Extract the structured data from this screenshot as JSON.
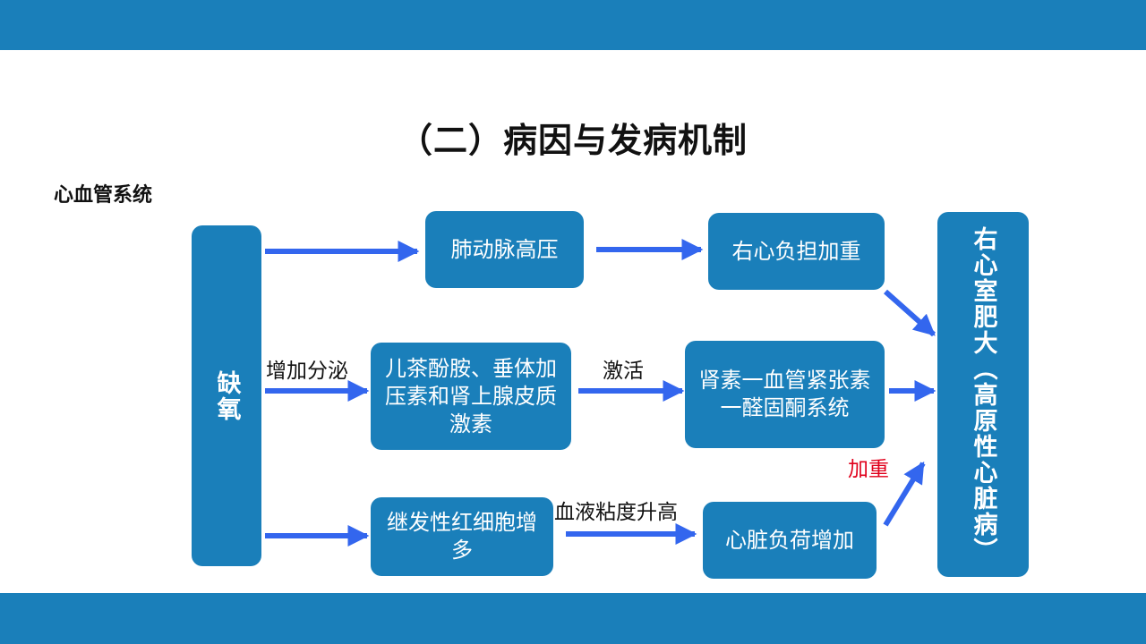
{
  "slide": {
    "title": "（二）病因与发病机制",
    "subtitle": "心血管系统"
  },
  "diagram": {
    "source": "缺氧",
    "nodes": {
      "pulmonary_hypertension": "肺动脉高压",
      "right_heart_load": "右心负担加重",
      "catecholamines": "儿茶酚胺、垂体加压素和肾上腺皮质激素",
      "raas": "肾素一血管紧张素一醛固酮系统",
      "polycythemia": "继发性红细胞增多",
      "cardiac_load": "心脏负荷增加",
      "outcome": "右心室肥大（高原性心脏病）"
    },
    "edge_labels": {
      "increase_secretion": "增加分泌",
      "activate": "激活",
      "viscosity": "血液粘度升高",
      "aggravate": "加重"
    }
  },
  "colors": {
    "band": "#1a7fba",
    "box": "#1a7fba",
    "arrow": "#3366ee",
    "emphasis": "#e0001b"
  }
}
